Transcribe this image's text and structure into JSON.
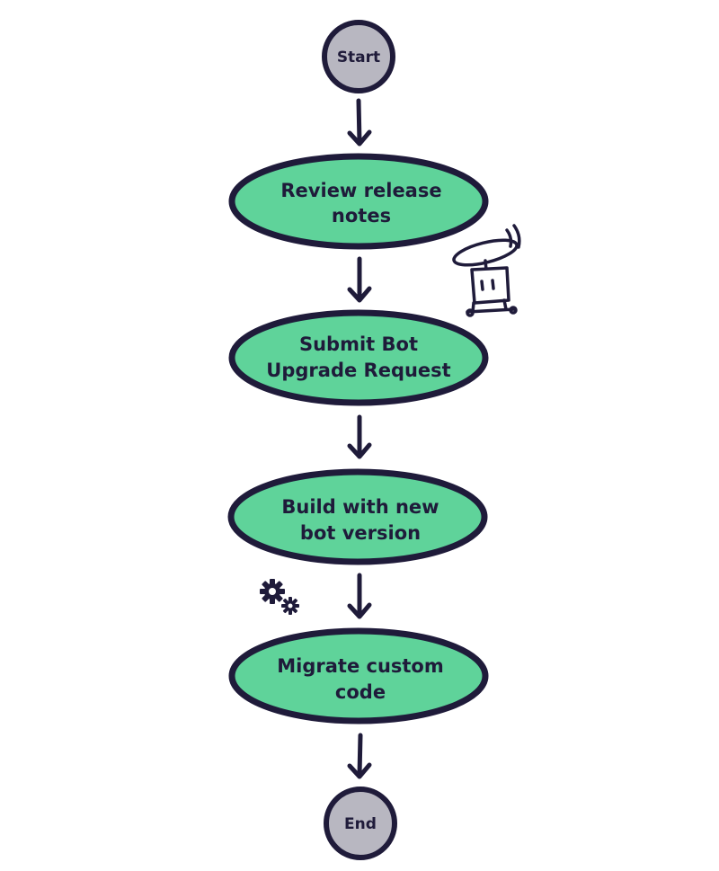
{
  "diagram": {
    "type": "flowchart",
    "direction": "top-to-bottom",
    "start": {
      "label": "Start"
    },
    "steps": [
      {
        "lines": [
          "Review release",
          "notes"
        ]
      },
      {
        "lines": [
          "Submit Bot",
          "Upgrade Request"
        ]
      },
      {
        "lines": [
          "Build with new",
          "bot version"
        ]
      },
      {
        "lines": [
          "Migrate custom",
          "code"
        ]
      }
    ],
    "end": {
      "label": "End"
    },
    "decorations": [
      "helicopter-bot-icon",
      "gears-icon"
    ]
  },
  "colors": {
    "step_fill": "#5fd39a",
    "terminal_fill": "#b8b7c1",
    "outline": "#1f1b3a",
    "background": "#ffffff"
  }
}
